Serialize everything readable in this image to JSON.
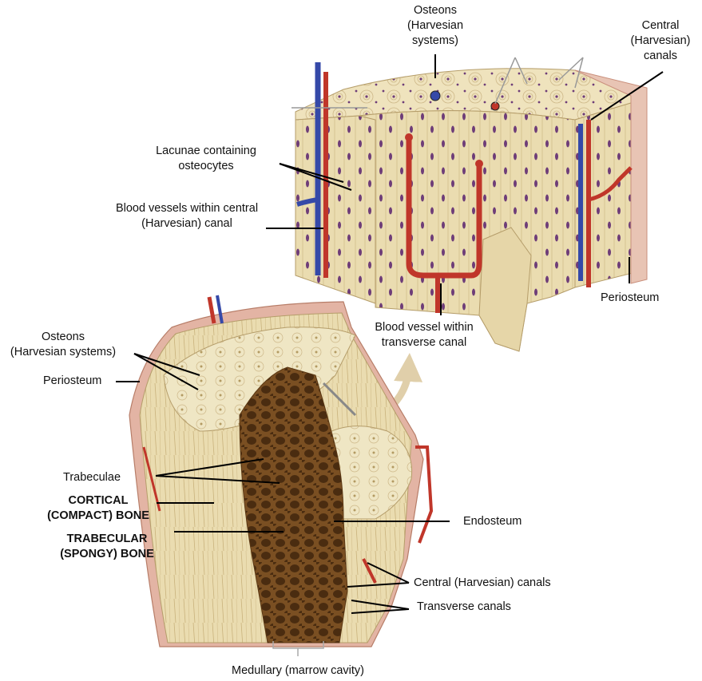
{
  "labels": {
    "osteons_top": [
      "Osteons",
      "(Harvesian",
      "systems)"
    ],
    "central_canals_top": [
      "Central",
      "(Harvesian)",
      "canals"
    ],
    "lacunae": [
      "Lacunae containing",
      "osteocytes"
    ],
    "blood_vessels_central": [
      "Blood vessels within central",
      "(Harvesian) canal"
    ],
    "periosteum_top": "Periosteum",
    "blood_vessel_transverse": [
      "Blood vessel within",
      "transverse canal"
    ],
    "osteons_left": [
      "Osteons",
      "(Harvesian systems)"
    ],
    "periosteum_left": "Periosteum",
    "trabeculae": "Trabeculae",
    "cortical_bone": [
      "CORTICAL",
      "(COMPACT) BONE"
    ],
    "trabecular_bone": [
      "TRABECULAR",
      "(SPONGY) BONE"
    ],
    "endosteum": "Endosteum",
    "central_canals_bottom": "Central (Harvesian) canals",
    "transverse_canals": "Transverse canals",
    "medullary": "Medullary (marrow cavity)"
  },
  "colors": {
    "bone": "#eadcb0",
    "bone_dark": "#d6c18a",
    "spongy": "#7a4f22",
    "artery": "#c0362a",
    "vein": "#3549a8",
    "periosteum": "#e3b4a4",
    "lacuna": "#6e3d78",
    "leader": "#000000"
  }
}
